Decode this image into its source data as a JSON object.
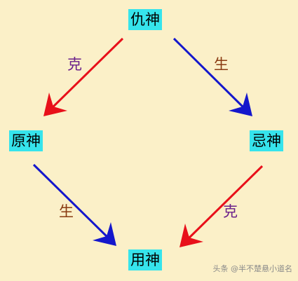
{
  "nodes": {
    "top": "仇神",
    "left": "原神",
    "right": "忌神",
    "bottom": "用神"
  },
  "relations": {
    "top_to_left": "克",
    "top_to_right": "生",
    "left_to_bottom": "生",
    "right_to_bottom": "克"
  },
  "watermark": "头条 @半不楚悬小道名",
  "colors": {
    "background": "#fbf0c8",
    "node_fill": "#36e4ec",
    "ke_arrow": "#e8101a",
    "sheng_arrow": "#1417cc",
    "ke_label": "#6a1f8a",
    "sheng_label": "#8a3b12"
  }
}
